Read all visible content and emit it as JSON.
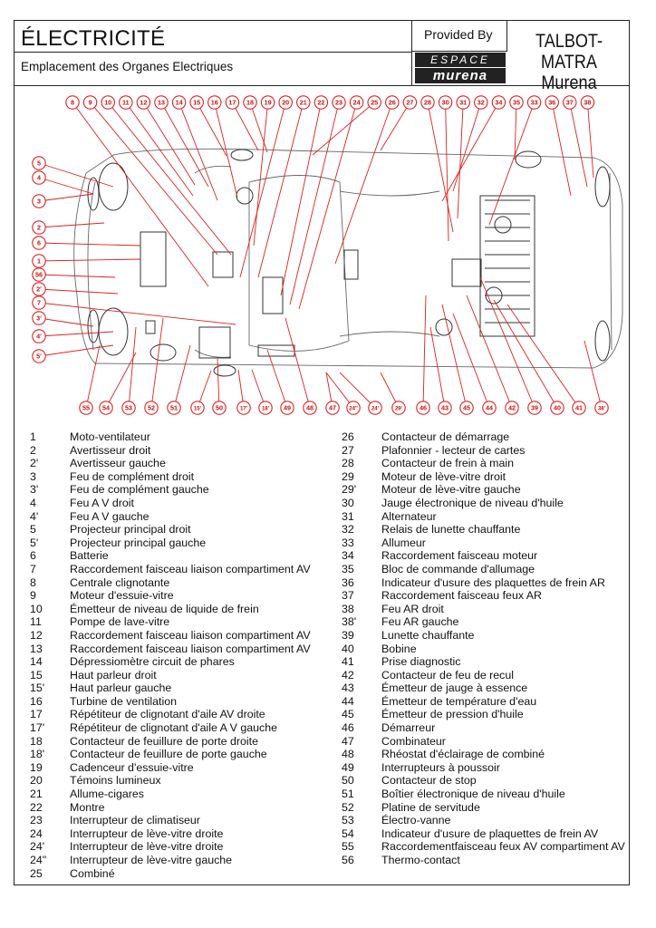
{
  "header": {
    "title": "ÉLECTRICITÉ",
    "subtitle": "Emplacement des Organes Electriques",
    "provided_by": "Provided By",
    "logo_top": "ESPACE",
    "logo_bottom": "murena",
    "brand_line1": "TALBOT-MATRA",
    "brand_line2": "Murena"
  },
  "callouts_top": [
    "8",
    "9",
    "10",
    "11",
    "12",
    "13",
    "14",
    "15",
    "16",
    "17",
    "18",
    "19",
    "20",
    "21",
    "22",
    "23",
    "24",
    "25",
    "26",
    "27",
    "28",
    "30",
    "31",
    "32",
    "34",
    "35",
    "33",
    "36",
    "37",
    "38"
  ],
  "callouts_left": [
    "5",
    "4",
    "3",
    "2",
    "6",
    "1",
    "56",
    "2'",
    "7",
    "3'",
    "4'",
    "5'"
  ],
  "callouts_bottom": [
    "55",
    "54",
    "53",
    "52",
    "51",
    "15'",
    "50",
    "17'",
    "18'",
    "49",
    "48",
    "47",
    "24''",
    "24'",
    "29'",
    "46",
    "43",
    "45",
    "44",
    "42",
    "39",
    "40",
    "41",
    "38'"
  ],
  "legend_left": [
    {
      "num": "1",
      "label": "Moto-ventilateur"
    },
    {
      "num": "2",
      "label": "Avertisseur droit"
    },
    {
      "num": "2'",
      "label": "Avertisseur gauche"
    },
    {
      "num": "3",
      "label": "Feu de complément droit"
    },
    {
      "num": "3'",
      "label": "Feu de complément gauche"
    },
    {
      "num": "4",
      "label": "Feu A V droit"
    },
    {
      "num": "4'",
      "label": "Feu A V gauche"
    },
    {
      "num": "5",
      "label": "Projecteur principal droit"
    },
    {
      "num": "5'",
      "label": "Projecteur principal gauche"
    },
    {
      "num": "6",
      "label": "Batterie"
    },
    {
      "num": "7",
      "label": "Raccordement faisceau liaison compartiment AV"
    },
    {
      "num": "8",
      "label": "Centrale clignotante"
    },
    {
      "num": "9",
      "label": "Moteur d'essuie-vitre"
    },
    {
      "num": "10",
      "label": "Émetteur de niveau de liquide de frein"
    },
    {
      "num": "11",
      "label": "Pompe de lave-vitre"
    },
    {
      "num": "12",
      "label": "Raccordement faisceau liaison compartiment AV"
    },
    {
      "num": "13",
      "label": "Raccordement faisceau liaison compartiment AV"
    },
    {
      "num": "14",
      "label": "Dépressiomètre circuit de phares"
    },
    {
      "num": "15",
      "label": "Haut parleur droit"
    },
    {
      "num": "15'",
      "label": "Haut parleur gauche"
    },
    {
      "num": "16",
      "label": "Turbine de ventilation"
    },
    {
      "num": "17",
      "label": "Répétiteur de clignotant d'aile AV droite"
    },
    {
      "num": "17'",
      "label": "Répétiteur de clignotant d'aile A V gauche"
    },
    {
      "num": "18",
      "label": "Contacteur de feuillure de porte droite"
    },
    {
      "num": "18'",
      "label": "Contacteur de feuillure de porte gauche"
    },
    {
      "num": "19",
      "label": "Cadenceur d'essuie-vitre"
    },
    {
      "num": "20",
      "label": "Témoins lumineux"
    },
    {
      "num": "21",
      "label": "Allume-cigares"
    },
    {
      "num": "22",
      "label": "Montre"
    },
    {
      "num": "23",
      "label": "Interrupteur de climatiseur"
    },
    {
      "num": "24",
      "label": "Interrupteur de lève-vitre droite"
    },
    {
      "num": "24'",
      "label": "Interrupteur de lève-vitre droite"
    },
    {
      "num": "24\"",
      "label": "Interrupteur de lève-vitre gauche"
    },
    {
      "num": "25",
      "label": "Combiné"
    }
  ],
  "legend_right": [
    {
      "num": "26",
      "label": "Contacteur de démarrage"
    },
    {
      "num": "27",
      "label": "Plafonnier - lecteur de cartes"
    },
    {
      "num": "28",
      "label": "Contacteur de frein à main"
    },
    {
      "num": "29",
      "label": "Moteur de lève-vitre droit"
    },
    {
      "num": "29'",
      "label": "Moteur de lève-vitre gauche"
    },
    {
      "num": "30",
      "label": "Jauge électronique de niveau d'huile"
    },
    {
      "num": "31",
      "label": "Alternateur"
    },
    {
      "num": "32",
      "label": "Relais de lunette chauffante"
    },
    {
      "num": "33",
      "label": "Allumeur"
    },
    {
      "num": "34",
      "label": "Raccordement faisceau moteur"
    },
    {
      "num": "35",
      "label": "Bloc de commande d'allumage"
    },
    {
      "num": "36",
      "label": "Indicateur d'usure des plaquettes de frein AR"
    },
    {
      "num": "37",
      "label": "Raccordement faisceau feux AR"
    },
    {
      "num": "38",
      "label": "Feu AR droit"
    },
    {
      "num": "38'",
      "label": "Feu AR gauche"
    },
    {
      "num": "39",
      "label": "Lunette chauffante"
    },
    {
      "num": "40",
      "label": "Bobine"
    },
    {
      "num": "41",
      "label": "Prise diagnostic"
    },
    {
      "num": "42",
      "label": "Contacteur de feu de recul"
    },
    {
      "num": "43",
      "label": "Émetteur de jauge à essence"
    },
    {
      "num": "44",
      "label": "Émetteur de température d'eau"
    },
    {
      "num": "45",
      "label": "Émetteur de pression d'huile"
    },
    {
      "num": "46",
      "label": "Démarreur"
    },
    {
      "num": "47",
      "label": "Combinateur"
    },
    {
      "num": "48",
      "label": "Rhéostat d'éclairage de combiné"
    },
    {
      "num": "49",
      "label": "Interrupteurs à poussoir"
    },
    {
      "num": "50",
      "label": "Contacteur de stop"
    },
    {
      "num": "51",
      "label": "Boîtier électronique de niveau d'huile"
    },
    {
      "num": "52",
      "label": "Platine de servitude"
    },
    {
      "num": "53",
      "label": "Électro-vanne"
    },
    {
      "num": "54",
      "label": "Indicateur d'usure de plaquettes de frein AV"
    },
    {
      "num": "55",
      "label": "Raccordementfaisceau feux AV compartiment AV"
    },
    {
      "num": "56",
      "label": "Thermo-contact"
    }
  ]
}
